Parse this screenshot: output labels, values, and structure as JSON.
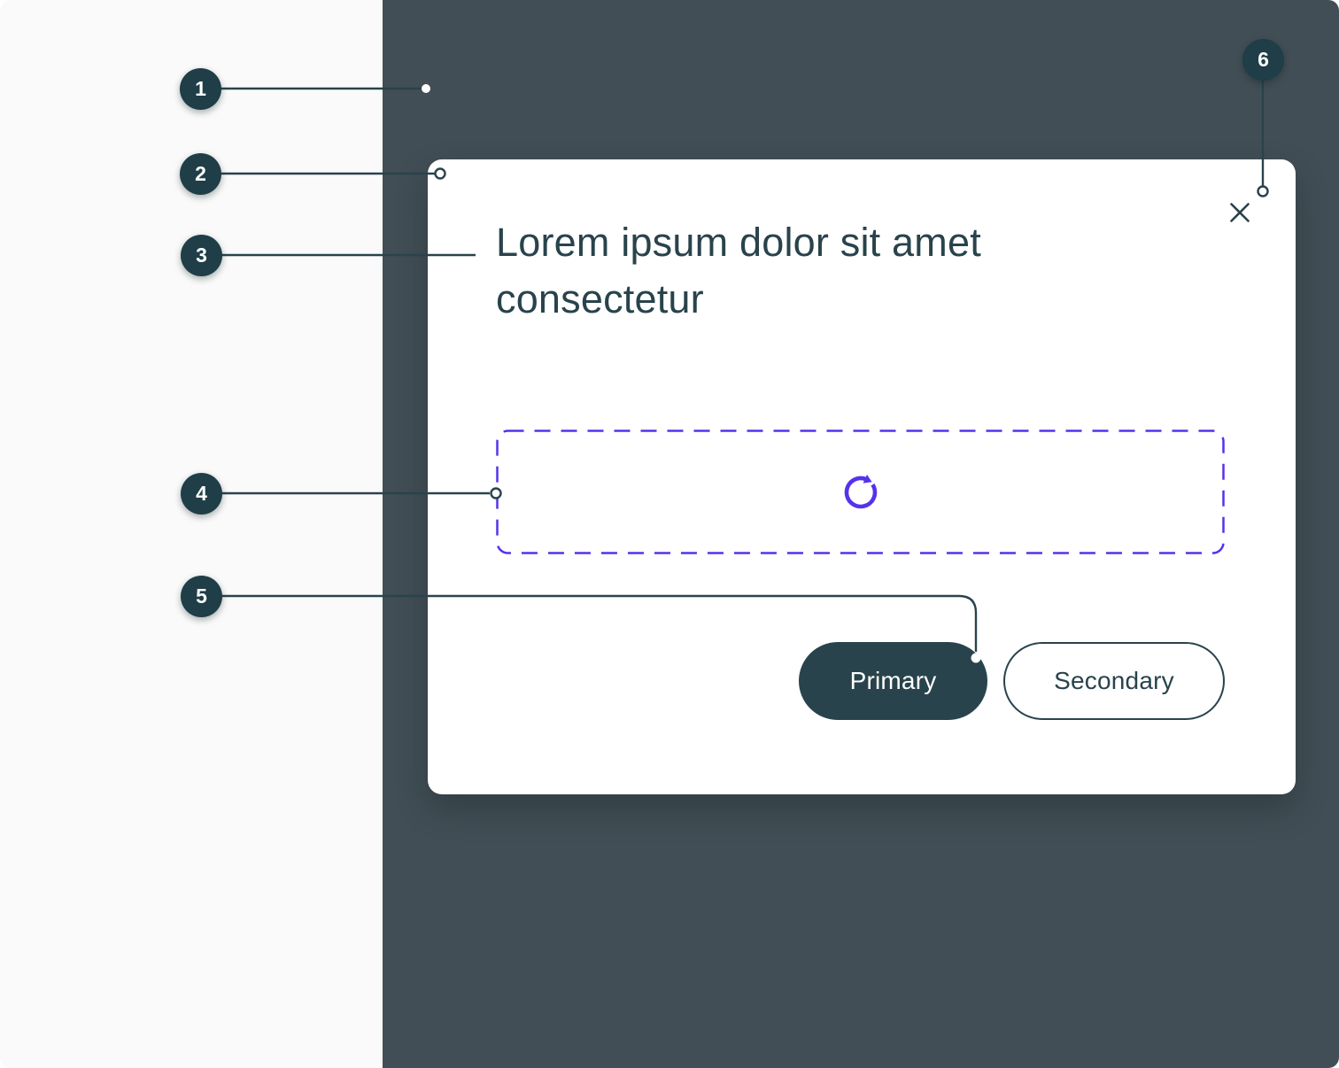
{
  "callouts": [
    "1",
    "2",
    "3",
    "4",
    "5",
    "6"
  ],
  "modal": {
    "title": "Lorem ipsum dolor sit amet consectetur",
    "buttons": {
      "primary": "Primary",
      "secondary": "Secondary"
    }
  },
  "icons": {
    "close": "close-x",
    "refresh": "refresh-clockwise-arrow"
  },
  "colors": {
    "page_bg": "#FAFAFA",
    "backdrop": "#424E55",
    "modal_bg": "#FFFFFF",
    "dark_teal_text": "#29434C",
    "callout_circle": "#1F3E47",
    "accent_purple": "#5632EC"
  }
}
